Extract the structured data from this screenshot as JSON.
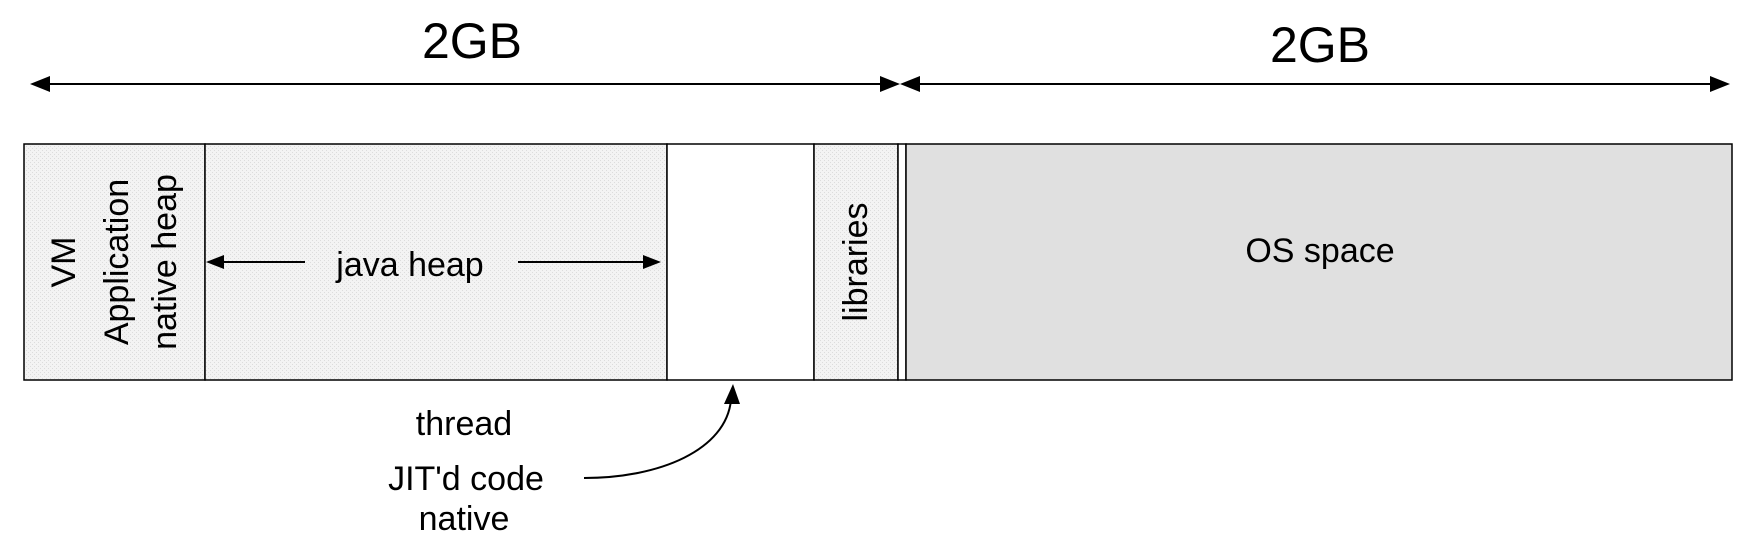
{
  "span_labels": {
    "left": "2GB",
    "right": "2GB"
  },
  "segments": {
    "vm": "VM",
    "app_native_heap_line1": "Application",
    "app_native_heap_line2": "native heap",
    "java_heap": "java heap",
    "libraries": "libraries",
    "os_space": "OS space"
  },
  "annotation": {
    "line1": "thread",
    "line2": "JIT'd code",
    "line3": "native"
  },
  "colors": {
    "stroke": "#000000",
    "light_fill": "#f2f2f2",
    "os_fill": "#e0e0e0",
    "blank_fill": "#ffffff"
  }
}
